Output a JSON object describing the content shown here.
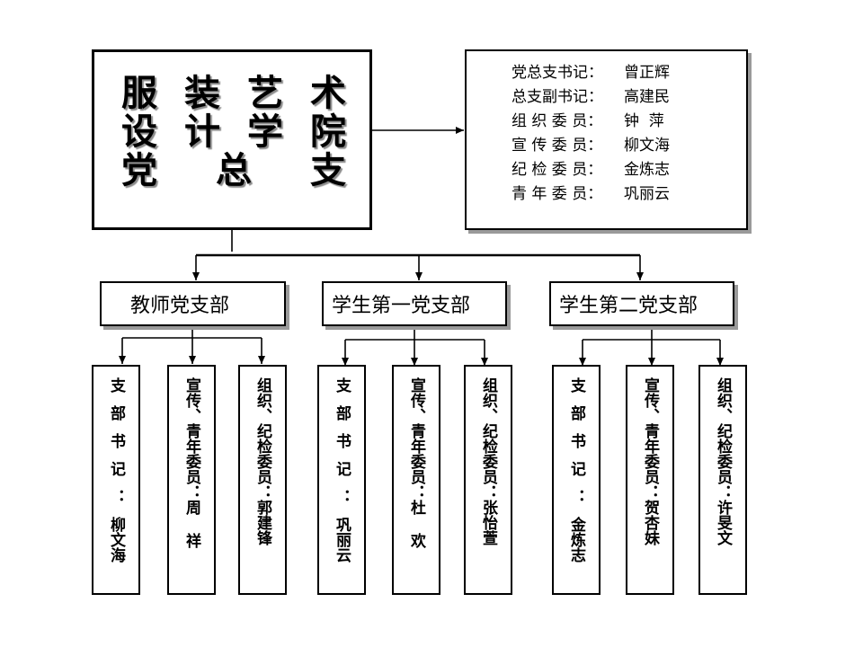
{
  "title": {
    "row1": [
      "服",
      "装",
      "艺",
      "术"
    ],
    "row2": [
      "设",
      "计",
      "学",
      "院"
    ],
    "row3": [
      "党",
      "总",
      "支"
    ]
  },
  "committee": [
    {
      "role": "党总支书记：",
      "name": "曾正辉"
    },
    {
      "role": "总支副书记：",
      "name": "高建民"
    },
    {
      "role": "组 织 委 员：",
      "name": "钟  萍"
    },
    {
      "role": "宣 传 委 员：",
      "name": "柳文海"
    },
    {
      "role": "纪 检 委 员：",
      "name": "金炼志"
    },
    {
      "role": "青 年 委 员：",
      "name": "巩丽云"
    }
  ],
  "branches": [
    {
      "name": "教师党支部",
      "members": [
        {
          "role": "支部书记：",
          "name": "柳文海"
        },
        {
          "role": "宣传、青年委员：",
          "name": "周 祥"
        },
        {
          "role": "组织、纪检委员：",
          "name": "郭建锋"
        }
      ]
    },
    {
      "name": "学生第一党支部",
      "members": [
        {
          "role": "支部书记：",
          "name": "巩丽云"
        },
        {
          "role": "宣传、青年委员：",
          "name": "杜 欢"
        },
        {
          "role": "组织、纪检委员：",
          "name": "张怡萱"
        }
      ]
    },
    {
      "name": "学生第二党支部",
      "members": [
        {
          "role": "支部书记：",
          "name": "金炼志"
        },
        {
          "role": "宣传、青年委员：",
          "name": "贺杏妹"
        },
        {
          "role": "组织、纪检委员：",
          "name": "许旻文"
        }
      ]
    }
  ]
}
